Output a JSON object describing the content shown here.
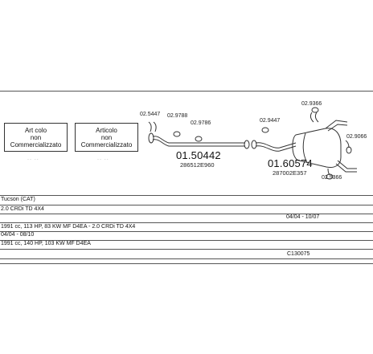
{
  "diagram": {
    "placeholder_boxes": [
      {
        "lines": [
          "Art colo",
          "non",
          "Commercializzato"
        ]
      },
      {
        "lines": [
          "Articolo",
          "non",
          "Commercializzato"
        ]
      }
    ],
    "faint_marks": [
      "-- --",
      "-- --"
    ],
    "part_codes": {
      "c1": "02.5447",
      "c2": "02.9788",
      "c3": "02.9786",
      "c4": "02.9447",
      "c5": "02.9366",
      "c6": "02.9066",
      "c7": "02.9366"
    },
    "main_parts": [
      {
        "number": "01.50442",
        "oe": "286512E960"
      },
      {
        "number": "01.60574",
        "oe": "287002E357"
      }
    ]
  },
  "vehicle": {
    "model": "Tucson (CAT)",
    "engine_line_1": "2.0 CRDi TD 4X4",
    "period_1": "04/04 - 10/07",
    "spec_line_1": "1991 cc, 113 HP, 83 KW MF D4EA - 2.0 CRDi TD 4X4",
    "period_2": "04/04 - 08/10",
    "spec_line_2": "1991 cc, 140 HP, 103 KW MF D4EA",
    "kit_code": "C130075"
  }
}
